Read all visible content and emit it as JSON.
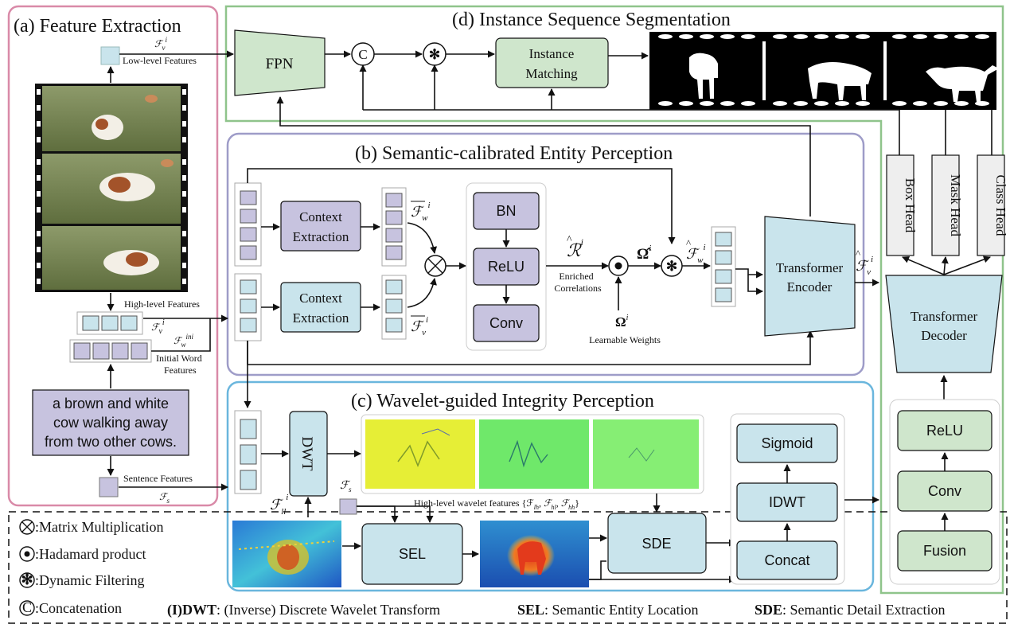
{
  "sections": {
    "a": "(a) Feature Extraction",
    "b": "(b) Semantic-calibrated Entity Perception",
    "c": "(c) Wavelet-guided Integrity Perception",
    "d": "(d) Instance Sequence Segmentation"
  },
  "feature_extraction": {
    "low_level_symbol": "ℱ",
    "low_level_sub": "v",
    "low_level_sup": "i",
    "low_level_label": "Low-level Features",
    "high_level_label": "High-level Features",
    "high_level_symbol": "ℱ",
    "high_level_sub": "v",
    "high_level_sup": "i",
    "word_symbol": "ℱ",
    "word_sub": "w",
    "word_sup": "ini",
    "word_label_1": "Initial Word",
    "word_label_2": "Features",
    "sentence_text_1": "a brown and white",
    "sentence_text_2": "cow walking away",
    "sentence_text_3": "from two other cows.",
    "sentence_label": "Sentence Features",
    "sentence_symbol": "ℱ",
    "sentence_sub": "s"
  },
  "entity_perception": {
    "context_extraction_1": "Context",
    "context_extraction_2": "Extraction",
    "fw_bar": "ℱ",
    "fw_sub": "w",
    "fw_sup": "i",
    "fv_bar": "ℱ",
    "fv_sub": "v",
    "fv_sup": "i",
    "bn": "BN",
    "relu": "ReLU",
    "conv": "Conv",
    "r_hat": "ℛ",
    "r_sup": "i",
    "enriched_1": "Enriched",
    "enriched_2": "Correlations",
    "omega_hat": "Ω̂",
    "omega_sup": "i",
    "omega": "Ω",
    "learnable": "Learnable Weights",
    "fw_hat": "ℱ",
    "fw_hat_sub": "w",
    "fw_hat_sup": "i",
    "transformer_encoder_1": "Transformer",
    "transformer_encoder_2": "Encoder",
    "fv_hat": "ℱ",
    "fv_hat_sub": "v",
    "fv_hat_sup": "i"
  },
  "wavelet": {
    "dwt": "DWT",
    "fll": "ℱ",
    "fll_sub": "ll",
    "fll_sup": "i",
    "fs": "ℱ",
    "fs_sub": "s",
    "high_level_wavelet": "High-level wavelet features {ℱ",
    "hw_lh": "lh",
    "hw_hl": "hl",
    "hw_hh": "hh",
    "sel": "SEL",
    "sde": "SDE",
    "sigmoid": "Sigmoid",
    "idwt": "IDWT",
    "concat": "Concat"
  },
  "segmentation": {
    "fpn": "FPN",
    "c_symbol": "C",
    "instance_matching_1": "Instance",
    "instance_matching_2": "Matching",
    "box_head": "Box Head",
    "mask_head": "Mask Head",
    "class_head": "Class Head",
    "transformer_decoder_1": "Transformer",
    "transformer_decoder_2": "Decoder",
    "relu": "ReLU",
    "conv": "Conv",
    "fusion": "Fusion"
  },
  "legend": {
    "matrix": ":Matrix Multiplication",
    "hadamard": ":Hadamard product",
    "dynamic": ":Dynamic Filtering",
    "concat": ":Concatenation",
    "dwt_bold": "(I)DWT",
    "dwt_text": ": (Inverse) Discrete Wavelet Transform",
    "sel_bold": "SEL",
    "sel_text": ": Semantic Entity Location",
    "sde_bold": "SDE",
    "sde_text": ": Semantic Detail Extraction"
  },
  "colors": {
    "purple_fill": "#c7c3df",
    "blue_fill": "#c9e4ec",
    "green_fill": "#cfe6cc",
    "frame_a": "#d98aa8",
    "frame_b": "#9e9cc8",
    "frame_c": "#6ab6dd",
    "frame_d": "#8fc48b"
  }
}
